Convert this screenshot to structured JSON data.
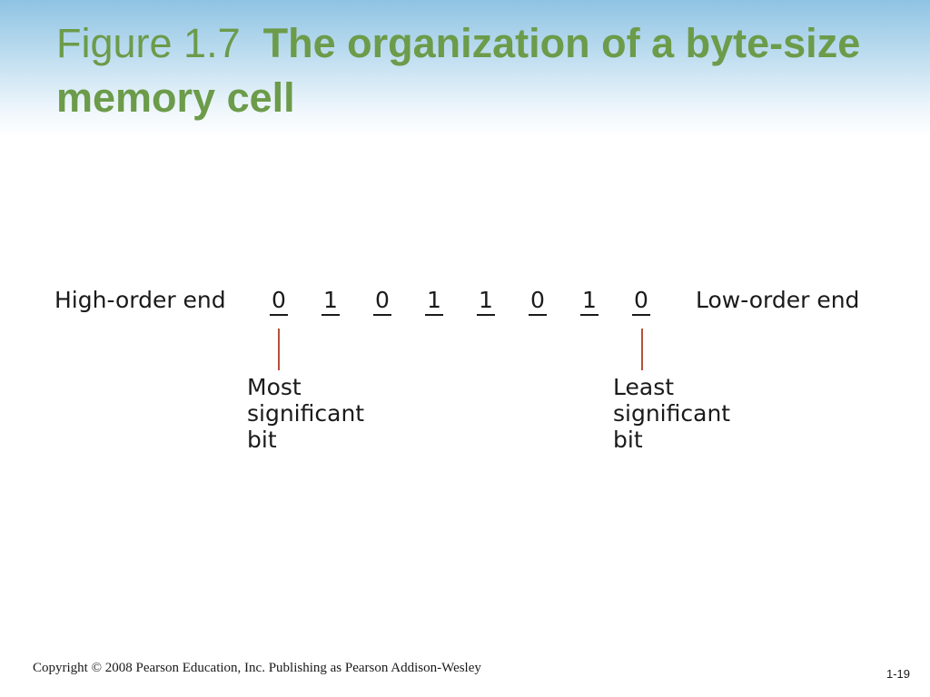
{
  "title": {
    "prefix": "Figure 1.7",
    "main": "The organization of a byte-size memory cell"
  },
  "diagram": {
    "high_order_label": "High-order end",
    "low_order_label": "Low-order end",
    "bits": [
      "0",
      "1",
      "0",
      "1",
      "1",
      "0",
      "1",
      "0"
    ],
    "msb_caption": "Most\nsignificant\nbit",
    "lsb_caption": "Least\nsignificant\nbit"
  },
  "footer": {
    "copyright": "Copyright © 2008 Pearson Education, Inc. Publishing as Pearson Addison-Wesley",
    "page_number": "1-19"
  },
  "colors": {
    "title": "#6c9b4a",
    "pointer": "#b5513a",
    "header_gradient_top": "#8fc3e3"
  }
}
